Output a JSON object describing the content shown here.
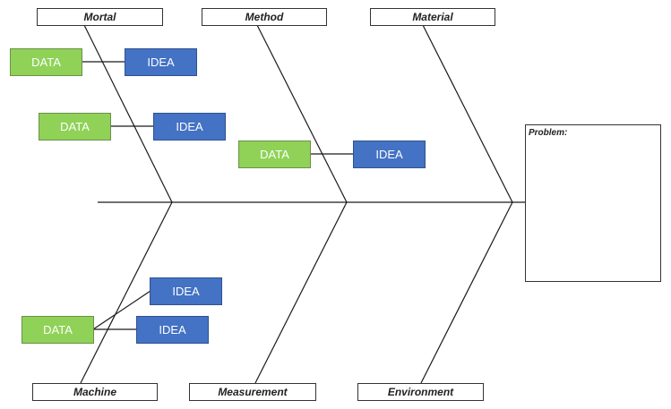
{
  "categories": {
    "top": [
      "Mortal",
      "Method",
      "Material"
    ],
    "bottom": [
      "Machine",
      "Measurement",
      "Environment"
    ]
  },
  "boxes": {
    "data_label": "DATA",
    "idea_label": "IDEA"
  },
  "problem": {
    "label": "Problem:"
  },
  "colors": {
    "data": "#8fd257",
    "idea": "#4472c4",
    "line": "#1a1a1a"
  }
}
